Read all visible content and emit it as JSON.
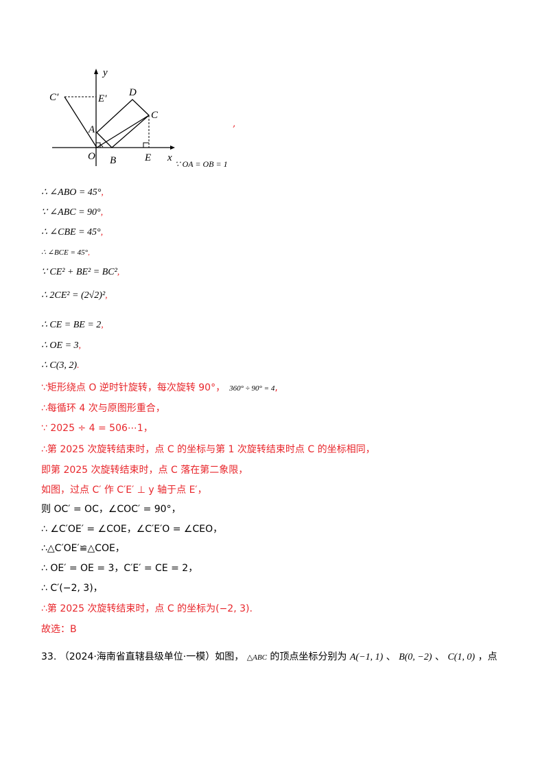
{
  "figure": {
    "labels": {
      "y": "y",
      "x": "x",
      "C_prime": "C′",
      "E_prime": "E′",
      "D": "D",
      "C": "C",
      "A": "A",
      "O": "O",
      "B": "B",
      "E": "E"
    }
  },
  "fig_note": "∵ OA = OB = 1",
  "float_comma": ",",
  "lines": [
    {
      "text": "∴ ∠ABO = 45°",
      "tail": ",",
      "color": "black"
    },
    {
      "text": "∵ ∠ABC = 90°",
      "tail": ",",
      "color": "black"
    },
    {
      "text": "∴ ∠CBE = 45°",
      "tail": ",",
      "color": "black"
    },
    {
      "text": "∴ ∠BCE = 45°",
      "tail": ",",
      "color": "black"
    },
    {
      "text": "∵ CE² + BE² = BC²",
      "tail": ",",
      "color": "black"
    },
    {
      "text": "∴ 2CE² = (2√2)²",
      "tail": ",",
      "color": "black"
    },
    {
      "text": "∴ CE = BE = 2",
      "tail": ",",
      "color": "black"
    },
    {
      "text": "∴ OE = 3",
      "tail": ",",
      "color": "black"
    },
    {
      "text": "∴ C(3, 2)",
      "tail": ".",
      "color": "black"
    },
    {
      "text": "∵矩形绕点 O 逆时针旋转，每次旋转 90°，",
      "extra": "360° ÷ 90° = 4",
      "tail": ",",
      "color": "red"
    },
    {
      "text": "∴每循环 4 次与原图形重合，",
      "color": "red"
    },
    {
      "text": "∵ 2025 ÷ 4 = 506⋯1，",
      "color": "red"
    },
    {
      "text": "∴第 2025 次旋转结束时，点 C 的坐标与第 1 次旋转结束时点 C 的坐标相同，",
      "color": "red"
    },
    {
      "text": "即第 2025 次旋转结束时，点 C 落在第二象限，",
      "color": "red"
    },
    {
      "text": "如图，过点 C′ 作 C′E′ ⊥ y 轴于点 E′，",
      "color": "red"
    },
    {
      "text": "则 OC′ = OC，∠COC′ = 90°，",
      "color": "black"
    },
    {
      "text": "∴ ∠C′OE′ = ∠COE，∠C′E′O = ∠CEO，",
      "color": "black"
    },
    {
      "text": "∴△C′OE′≌△COE，",
      "color": "black"
    },
    {
      "text": "∴ OE′ = OE = 3，C′E′ = CE = 2，",
      "color": "black"
    },
    {
      "text": "∴ C′(−2, 3)，",
      "color": "black"
    },
    {
      "text": "∴第 2025 次旋转结束时，点 C 的坐标为(−2, 3).",
      "color": "red"
    },
    {
      "text": "故选：B",
      "color": "red"
    }
  ],
  "question": {
    "number": "33.",
    "source": "（2024·海南省直辖县级单位·一模）如图，",
    "triangle": "△ABC",
    "text1": " 的顶点坐标分别为 ",
    "A": "A(−1, 1)",
    "sep1": " 、",
    "B": "B(0, −2)",
    "sep2": " 、",
    "C": "C(1, 0)",
    "tail": "，点"
  }
}
